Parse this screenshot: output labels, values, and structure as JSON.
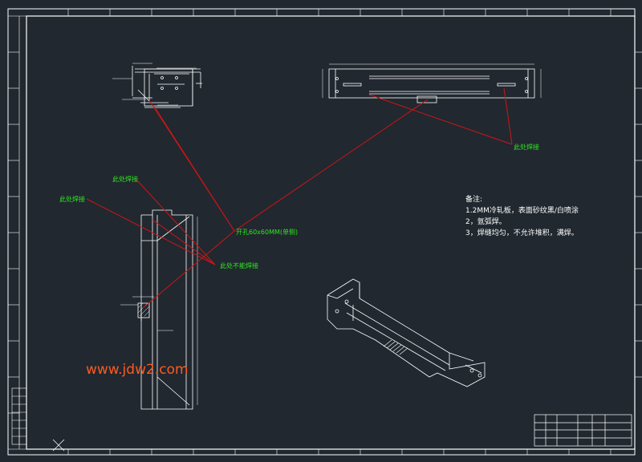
{
  "colors": {
    "background": "#212830",
    "line": "#ffffff",
    "leader": "#d01515",
    "annotation": "#2ee81e",
    "watermark": "#ff5a1f"
  },
  "annotations": {
    "weld_here_1": "此处焊接",
    "weld_here_2": "此处焊接",
    "weld_here_3": "此处焊接",
    "hole_note": "开孔60x60MM(单侧)",
    "no_weld": "此处不能焊接"
  },
  "notes": {
    "title": "备注:",
    "line1": "1.2MM冷轧板，表面砂纹黑/白喷涂",
    "line2": "2，氩弧焊。",
    "line3": "3，焊缝均匀，不允许堆积，满焊。"
  },
  "watermark": "www.jdw2.com"
}
